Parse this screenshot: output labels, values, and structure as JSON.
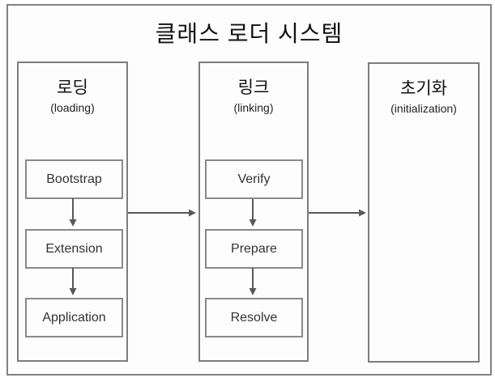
{
  "diagram": {
    "title": "클래스 로더 시스템",
    "stages": [
      {
        "name_ko": "로딩",
        "name_en": "(loading)",
        "steps": [
          "Bootstrap",
          "Extension",
          "Application"
        ]
      },
      {
        "name_ko": "링크",
        "name_en": "(linking)",
        "steps": [
          "Verify",
          "Prepare",
          "Resolve"
        ]
      },
      {
        "name_ko": "초기화",
        "name_en": "(initialization)",
        "steps": []
      }
    ],
    "flow": "로딩 → 링크 → 초기화",
    "colors": {
      "border": "#7d7d7d",
      "arrow": "#595959",
      "background": "#fdfdfd",
      "text": "#111111"
    }
  }
}
